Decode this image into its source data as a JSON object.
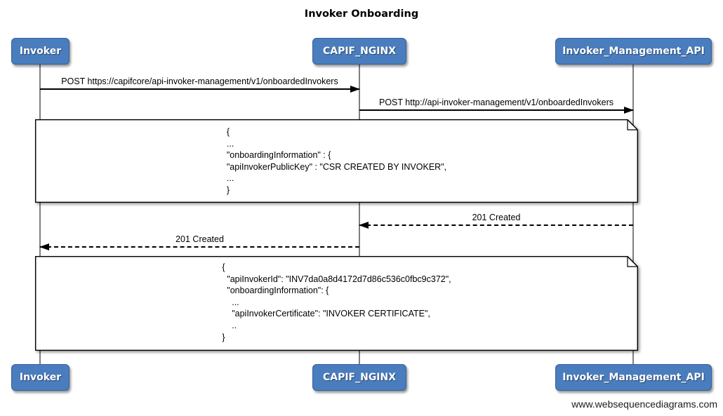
{
  "diagram": {
    "title": "Invoker Onboarding",
    "watermark": "www.websequencediagrams.com"
  },
  "actors": {
    "invoker": "Invoker",
    "capif_nginx": "CAPIF_NGINX",
    "invoker_management_api": "Invoker_Management_API"
  },
  "messages": {
    "msg1": {
      "label": "POST https://capifcore/api-invoker-management/v1/onboardedInvokers",
      "from": "Invoker",
      "to": "CAPIF_NGINX",
      "style": "solid"
    },
    "msg2": {
      "label": "POST http://api-invoker-management/v1/onboardedInvokers",
      "from": "CAPIF_NGINX",
      "to": "Invoker_Management_API",
      "style": "solid"
    },
    "msg3": {
      "label": "201 Created",
      "from": "Invoker_Management_API",
      "to": "CAPIF_NGINX",
      "style": "dashed"
    },
    "msg4": {
      "label": "201 Created",
      "from": "CAPIF_NGINX",
      "to": "Invoker",
      "style": "dashed"
    }
  },
  "notes": {
    "request_body": "{\n...\n\"onboardingInformation\" : {\n\"apiInvokerPublicKey\" : \"CSR CREATED BY INVOKER\",\n...\n}",
    "response_body": "{\n  \"apiInvokerId\": \"INV7da0a8d4172d7d86c536c0fbc9c372\",\n  \"onboardingInformation\": {\n    ...\n    \"apiInvokerCertificate\": \"INVOKER CERTIFICATE\",\n    ..\n}"
  },
  "colors": {
    "actor_fill": "#4a7dbe",
    "actor_border": "#34619c",
    "actor_text": "#ffffff",
    "lifeline": "#7f7f7f",
    "note_fill": "#ffffff",
    "note_border": "#000000",
    "message_line": "#000000"
  }
}
